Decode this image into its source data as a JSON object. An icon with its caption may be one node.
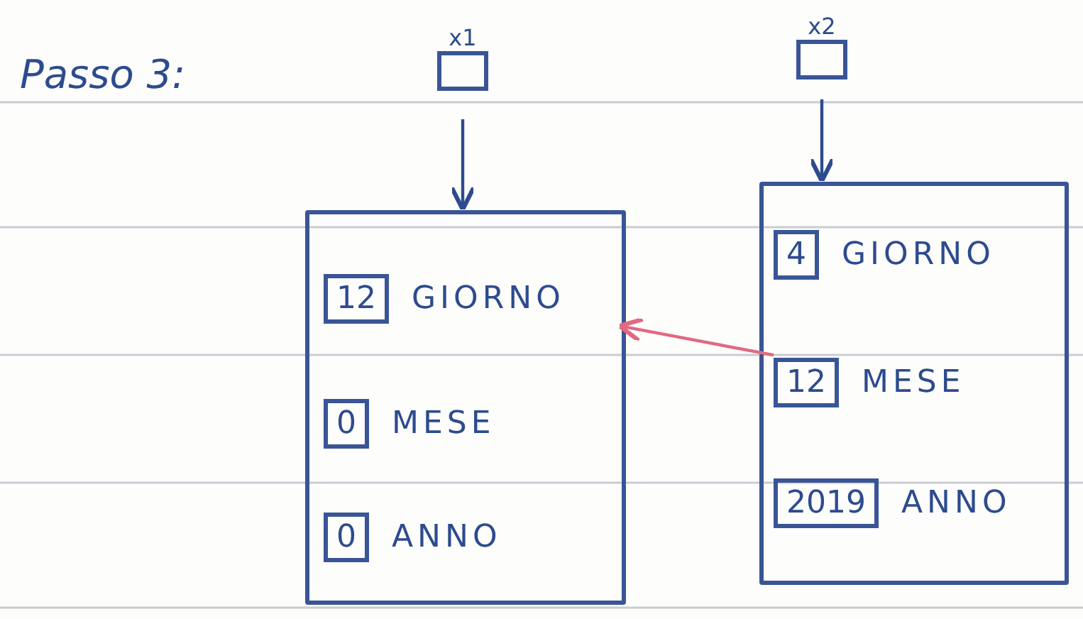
{
  "diagram": {
    "title": "Passo 3:",
    "nodes": [
      {
        "text": [
          "x1"
        ]
      },
      {
        "text": [
          "x2"
        ]
      },
      {
        "text": [],
        "shape": "box"
      },
      {
        "text": [
          "12",
          "GIORNO"
        ],
        "in": 2
      },
      {
        "text": [
          "0",
          "MESE"
        ],
        "in": 2
      },
      {
        "text": [
          "0",
          "ANNO"
        ],
        "in": 2
      },
      {
        "text": [],
        "shape": "box"
      },
      {
        "text": [
          "4",
          "GIORNO"
        ],
        "in": 6
      },
      {
        "text": [
          "12",
          "MESE"
        ],
        "in": 6
      },
      {
        "text": [
          "2019",
          "ANNO"
        ],
        "in": 6
      }
    ],
    "edges": [
      {
        "from": 0,
        "to": 2,
        "arrow": "to"
      },
      {
        "from": 1,
        "to": 6,
        "arrow": "to"
      },
      {
        "from": 8,
        "to": 3,
        "arrow": "to",
        "color": "#e06a82"
      }
    ]
  }
}
